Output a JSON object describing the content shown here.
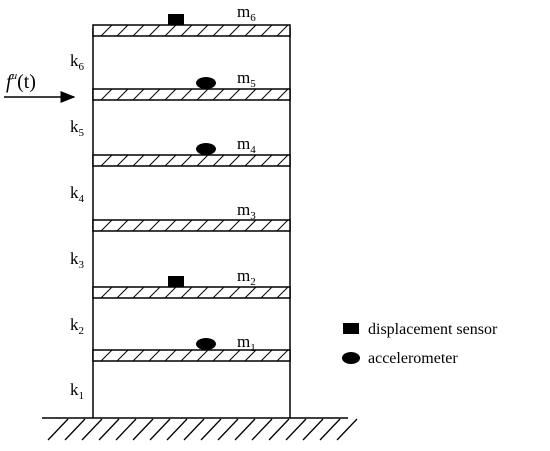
{
  "structure": {
    "stories": 6,
    "floors": [
      {
        "mass": "m",
        "index": "1",
        "sensor": "accelerometer"
      },
      {
        "mass": "m",
        "index": "2",
        "sensor": "displacement"
      },
      {
        "mass": "m",
        "index": "3",
        "sensor": "none"
      },
      {
        "mass": "m",
        "index": "4",
        "sensor": "accelerometer"
      },
      {
        "mass": "m",
        "index": "5",
        "sensor": "accelerometer"
      },
      {
        "mass": "m",
        "index": "6",
        "sensor": "displacement"
      }
    ],
    "stiffness": [
      {
        "base": "k",
        "index": "1"
      },
      {
        "base": "k",
        "index": "2"
      },
      {
        "base": "k",
        "index": "3"
      },
      {
        "base": "k",
        "index": "4"
      },
      {
        "base": "k",
        "index": "5"
      },
      {
        "base": "k",
        "index": "6"
      }
    ]
  },
  "force": {
    "symbol": "f",
    "superscript": "u",
    "argument": "(t)"
  },
  "legend": {
    "displacement_label": "displacement sensor",
    "accelerometer_label": "accelerometer"
  },
  "colors": {
    "line": "#000000",
    "background": "#ffffff"
  }
}
